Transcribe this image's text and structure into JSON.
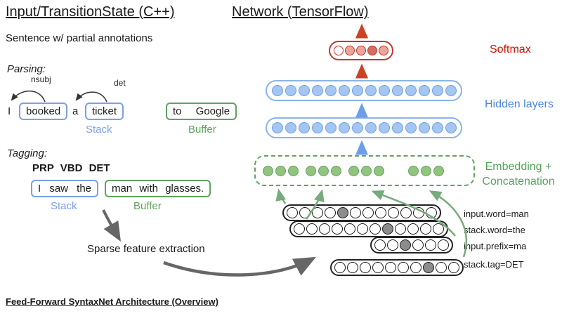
{
  "left": {
    "title": "Input/TransitionState (C++)",
    "subtitle": "Sentence w/ partial annotations",
    "parsing": {
      "label": "Parsing:",
      "arc_nsubj": "nsubj",
      "arc_det": "det",
      "token_i": "I",
      "stack_word_1": "booked",
      "token_a": "a",
      "stack_word_2": "ticket",
      "buffer_text": "to Google",
      "stack_label": "Stack",
      "buffer_label": "Buffer"
    },
    "tagging": {
      "label": "Tagging:",
      "pos_tags": "PRP VBD DET",
      "stack_text": "I saw the",
      "buffer_text": "man with glasses.",
      "stack_label": "Stack",
      "buffer_label": "Buffer"
    },
    "sparse_label": "Sparse feature extraction"
  },
  "network": {
    "title": "Network (TensorFlow)",
    "softmax_label": "Softmax",
    "hidden_label": "Hidden layers",
    "embedding_label_line1": "Embedding +",
    "embedding_label_line2": "Concatenation",
    "softmax_circles": [
      "open",
      "fill",
      "fill",
      "dark",
      "fill"
    ],
    "hidden_layers": 2,
    "hidden_units": 14,
    "embedding_groups": [
      3,
      3,
      3,
      3
    ],
    "features": [
      {
        "label": "input.word=man",
        "count": 12,
        "active_index": 4
      },
      {
        "label": "stack.word=the",
        "count": 12,
        "active_index": 7
      },
      {
        "label": "input.prefix=ma",
        "count": 6,
        "active_index": 2
      },
      {
        "label": "stack.tag=DET",
        "count": 10,
        "active_index": 7
      }
    ]
  },
  "footer": "Feed-Forward SyntaxNet Architecture (Overview)",
  "colors": {
    "stack_blue": "#7d9ee8",
    "buffer_green": "#5fa35f",
    "hidden_blue": "#4a86e8",
    "softmax_red": "#cc1100",
    "embed_green": "#56a25c",
    "arrow_gray": "#666666",
    "feature_active_gray": "#8c8c8c"
  }
}
